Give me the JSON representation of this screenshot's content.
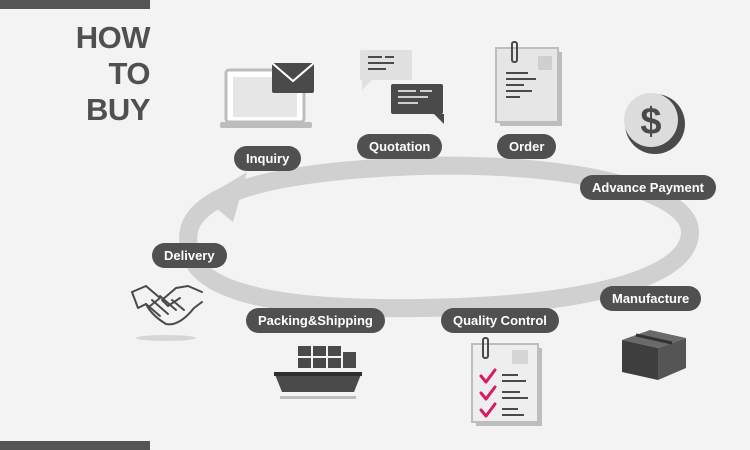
{
  "title": {
    "line1": "HOW",
    "line2": "TO",
    "line3": "BUY"
  },
  "steps": [
    {
      "label": "Inquiry",
      "icon": "laptop-mail-icon"
    },
    {
      "label": "Quotation",
      "icon": "chat-bubbles-icon"
    },
    {
      "label": "Order",
      "icon": "clipboard-document-icon"
    },
    {
      "label": "Advance Payment",
      "icon": "dollar-coin-icon"
    },
    {
      "label": "Manufacture",
      "icon": "box-icon"
    },
    {
      "label": "Quality Control",
      "icon": "checklist-icon"
    },
    {
      "label": "Packing&Shipping",
      "icon": "cargo-ship-icon"
    },
    {
      "label": "Delivery",
      "icon": "handshake-icon"
    }
  ],
  "colors": {
    "background": "#f3f3f3",
    "pill": "#505050",
    "ring": "#cfd0cf",
    "icon_dark": "#4a4a4a",
    "icon_light": "#d8d8d8",
    "check": "#d81b60"
  }
}
